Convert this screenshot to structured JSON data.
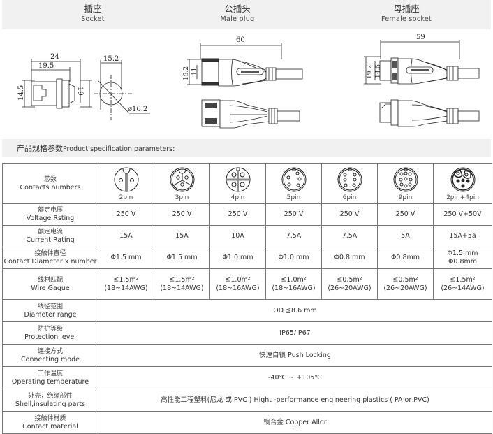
{
  "header": {
    "columns": [
      {
        "cn": "插座",
        "en": "Socket"
      },
      {
        "cn": "公插头",
        "en": "Male plug"
      },
      {
        "cn": "母插座",
        "en": "Female socket"
      }
    ]
  },
  "drawings": {
    "socket": {
      "dim_length": "24",
      "dim_inner": "19.5",
      "dim_height": "14.5",
      "dim_flange": "19",
      "dim_width": "15.2",
      "dim_diameter": "ø16.2"
    },
    "male_plug": {
      "dim_length": "60",
      "dim_outer": "19.2",
      "dim_inner": "11"
    },
    "female_socket": {
      "dim_length": "59",
      "dim_outer": "19.2",
      "dim_inner": "14.5"
    }
  },
  "spec": {
    "title_cn": "产品规格参数",
    "title_en": "Product specification parameters:",
    "rows": {
      "contacts": {
        "cn": "芯数",
        "en": "Contacts numbers",
        "values": [
          "2pin",
          "3pin",
          "4pin",
          "5pin",
          "6pin",
          "9pin",
          "2pin+4pin"
        ]
      },
      "voltage": {
        "cn": "额定电压",
        "en": "Voltage Rsting",
        "values": [
          "250 V",
          "250 V",
          "250 V",
          "250 V",
          "250 V",
          "250 V",
          "250 V+50V"
        ]
      },
      "current": {
        "cn": "额定电流",
        "en": "Current Rating",
        "values": [
          "15A",
          "15A",
          "10A",
          "7.5A",
          "7.5A",
          "5A",
          "15A+5a"
        ]
      },
      "diameter": {
        "cn": "接触件直径",
        "en": "Contact Diameter x number",
        "values": [
          "Φ1.5 mm",
          "Φ1.5 mm",
          "Φ1.0 mm",
          "Φ1.0 mm",
          "Φ0.8 mm",
          "Φ0.8mm",
          "Φ1.5 mm"
        ],
        "extra_last": "Φ0.8mm"
      },
      "wire": {
        "cn": "线材匹配",
        "en": "Wire Gague",
        "values": [
          {
            "a": "≦1.5m²",
            "b": "(18~14AWG)"
          },
          {
            "a": "≦1.5m²",
            "b": "(18~14AWG)"
          },
          {
            "a": "≦1.0m²",
            "b": "(18~16AWG)"
          },
          {
            "a": "≦1.0m²",
            "b": "(18~16AWG)"
          },
          {
            "a": "≦0.5m²",
            "b": "(26~20AWG)"
          },
          {
            "a": "≦0.5m²",
            "b": "(26~20AWG)"
          },
          {
            "a": "≦1.5m²",
            "b": "(26~14AWG)"
          }
        ]
      },
      "diameter_range": {
        "cn": "线径范围",
        "en": "Diameter range",
        "value": "OD ≦8.6 mm"
      },
      "protection": {
        "cn": "防护等级",
        "en": "Protection level",
        "value": "IP65/IP67"
      },
      "connecting": {
        "cn": "连接方式",
        "en": "Connecting mode",
        "value": "快速自锁 Push  Locking"
      },
      "temperature": {
        "cn": "工作温度",
        "en": "Operating temperature",
        "value": "-40℃ ~ +105℃"
      },
      "shell": {
        "cn": "外壳，绝缘部件",
        "en": "Shell,insulating parts",
        "value": "高性能工程塑料(尼龙 或 PVC )  Hight -performance engineering plastics ( PA or PVC)"
      },
      "material": {
        "cn": "接触件材质",
        "en": "Contact material",
        "value": "铜合金 Copper Allor"
      }
    }
  }
}
